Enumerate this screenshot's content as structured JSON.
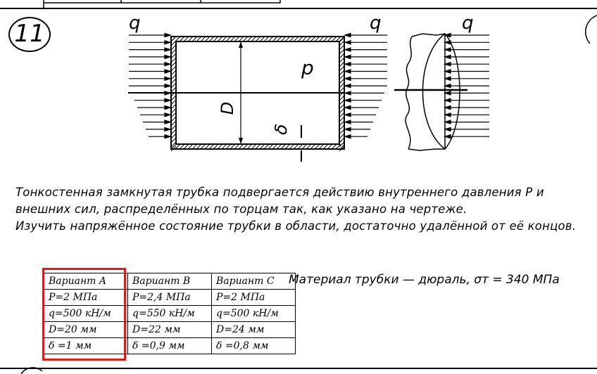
{
  "problem_number": "11",
  "figure": {
    "load_labels": [
      "q",
      "q",
      "q"
    ],
    "pressure_label": "p",
    "diameter_label": "D",
    "thickness_label": "δ"
  },
  "description": [
    "Тонкостенная замкнутая трубка подвергается действию внутреннего давления Р и",
    "внешних сил, распределённых по торцам так, как указано на чертеже.",
    "Изучить напряжённое состояние трубки в области, достаточно удалённой от её концов."
  ],
  "variants": {
    "headers": [
      "Вариант A",
      "Вариант B",
      "Вариант C"
    ],
    "rows": [
      [
        "P=2 МПа",
        "P=2,4 МПа",
        "P=2 МПа"
      ],
      [
        "q=500 кН/м",
        "q=550 кН/м",
        "q=500 кН/м"
      ],
      [
        "D=20 мм",
        "D=22 мм",
        "D=24 мм"
      ],
      [
        "δ =1 мм",
        "δ =0,9 мм",
        "δ =0,8 мм"
      ]
    ],
    "selected": "Вариант A",
    "highlight_color": "#d42020"
  },
  "material": "Материал трубки — дюраль, σт = 340 МПа"
}
